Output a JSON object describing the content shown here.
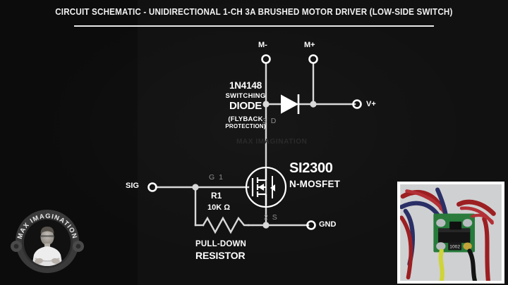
{
  "title": "CIRCUIT SCHEMATIC - UNIDIRECTIONAL 1-CH 3A BRUSHED MOTOR DRIVER (LOW-SIDE SWITCH)",
  "watermark": "MAX IMAGINATION",
  "colors": {
    "background": "#0d0d0d",
    "wire": "#d8d8d8",
    "text": "#ffffff",
    "pin_label": "#8e8e8e",
    "watermark": "#2a2a2a"
  },
  "terminals": [
    {
      "name": "m-minus",
      "label": "M-"
    },
    {
      "name": "m-plus",
      "label": "M+"
    },
    {
      "name": "v-plus",
      "label": "V+"
    },
    {
      "name": "sig",
      "label": "SIG"
    },
    {
      "name": "gnd",
      "label": "GND"
    }
  ],
  "diode": {
    "part": "1N4148",
    "sub1": "SWITCHING",
    "main": "DIODE",
    "sub2": "(FLYBACK",
    "sub3": "PROTECTION)"
  },
  "mosfet": {
    "part": "SI2300",
    "type": "N-MOSFET"
  },
  "resistor": {
    "ref": "R1",
    "value": "10K Ω",
    "note_line1": "PULL-DOWN",
    "note_line2": "RESISTOR"
  },
  "pin_labels": {
    "gate": "G  1",
    "drain": "3  D",
    "source": "2  S"
  },
  "logo": {
    "text": "MAX IMAGINATION"
  },
  "photo": {
    "caption": "",
    "component_marking": "1002"
  }
}
